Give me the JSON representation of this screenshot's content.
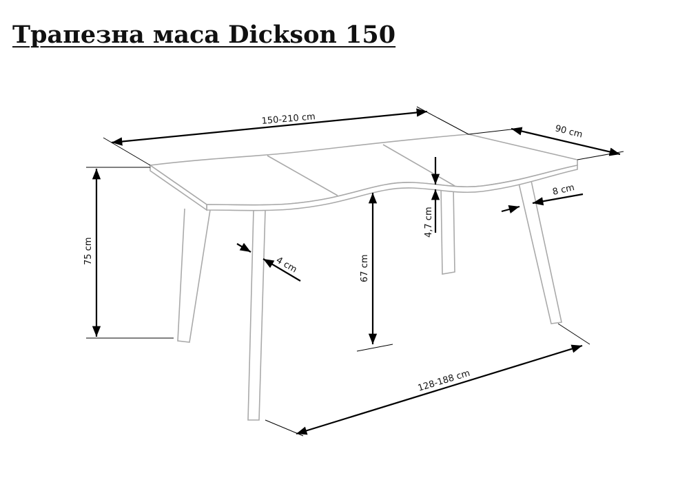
{
  "title": "Трапезна маса Dickson 150",
  "dimensions": {
    "length": "150-210 cm",
    "width": "90 cm",
    "height": "75 cm",
    "clearance": "67 cm",
    "top_thickness": "4,7 cm",
    "leg_thickness": "4 cm",
    "leg_width": "8 cm",
    "leg_span": "128-188 cm"
  }
}
